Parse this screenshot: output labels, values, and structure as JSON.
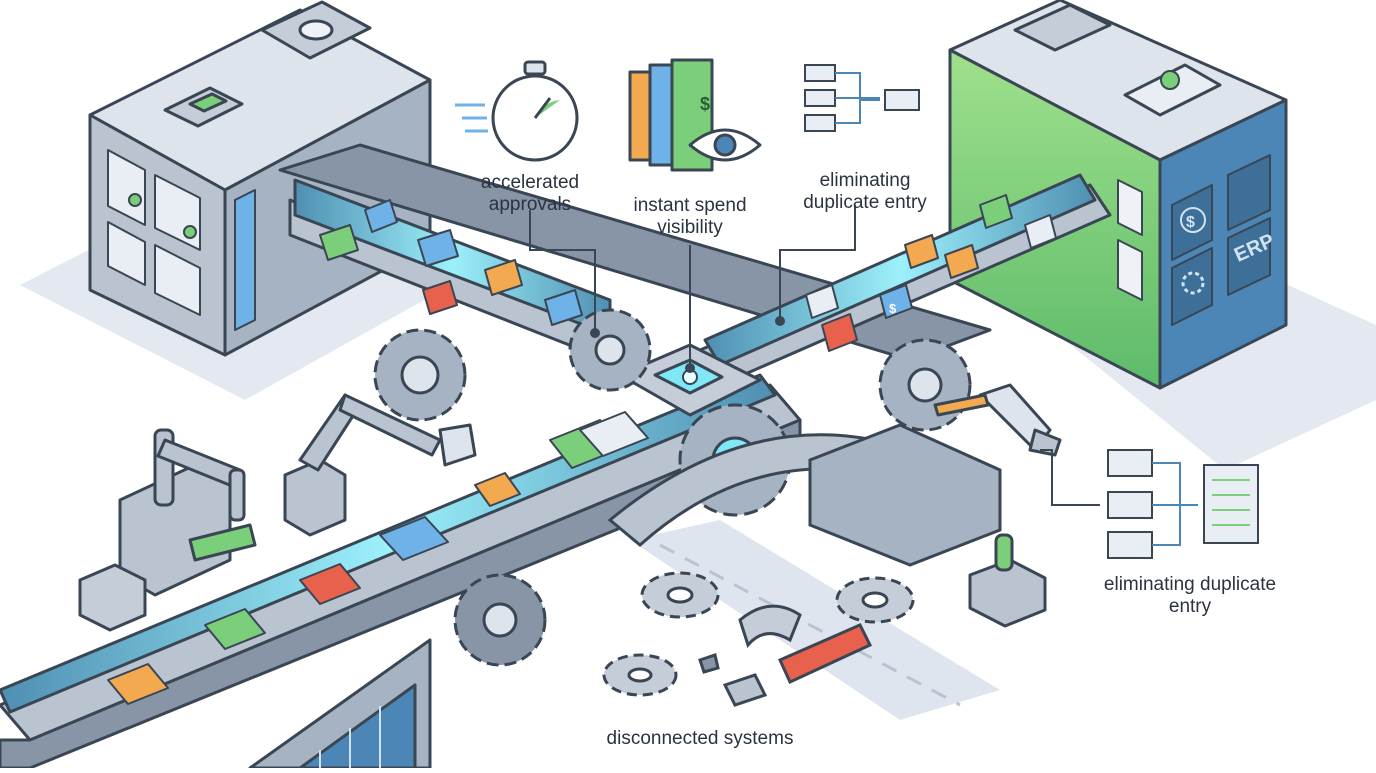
{
  "labels": {
    "accelerated_approvals": [
      "accelerated",
      "approvals"
    ],
    "instant_spend_visibility": [
      "instant spend",
      "visibility"
    ],
    "eliminating_duplicate_entry_top": [
      "eliminating",
      "duplicate entry"
    ],
    "eliminating_duplicate_entry_right": [
      "eliminating duplicate",
      "entry"
    ],
    "disconnected_systems": "disconnected systems"
  },
  "icons": {
    "left_server_screen": "checklist-icon",
    "right_server_screen": "erp-icon",
    "erp_text": "ERP",
    "dollar": "$"
  },
  "colors": {
    "outline": "#3a4654",
    "steel": "#b9c4d0",
    "steel_dark": "#8795a6",
    "steel_light": "#dde4ec",
    "belt": "#3f6f8f",
    "glow": "#7fe7f5",
    "green": "#7ccf7a",
    "blue_card": "#6fb2e8",
    "orange": "#f3a94f",
    "red": "#e8614d",
    "floor": "#e4e9f1"
  }
}
